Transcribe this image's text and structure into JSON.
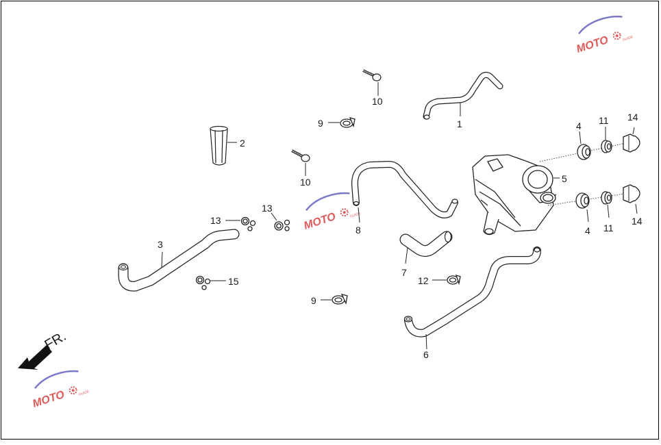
{
  "diagram": {
    "direction_label": "FR.",
    "watermark": {
      "text": "MOTO",
      "subtext": "GUIDE",
      "color": "#e05a5a",
      "accent": "#7b79c8"
    },
    "part_labels": {
      "p1": "1",
      "p2": "2",
      "p3": "3",
      "p4a": "4",
      "p4b": "4",
      "p5": "5",
      "p6": "6",
      "p7": "7",
      "p8": "8",
      "p9a": "9",
      "p9b": "9",
      "p10a": "10",
      "p10b": "10",
      "p11a": "11",
      "p11b": "11",
      "p12": "12",
      "p13a": "13",
      "p13b": "13",
      "p14a": "14",
      "p14b": "14",
      "p15": "15"
    }
  }
}
